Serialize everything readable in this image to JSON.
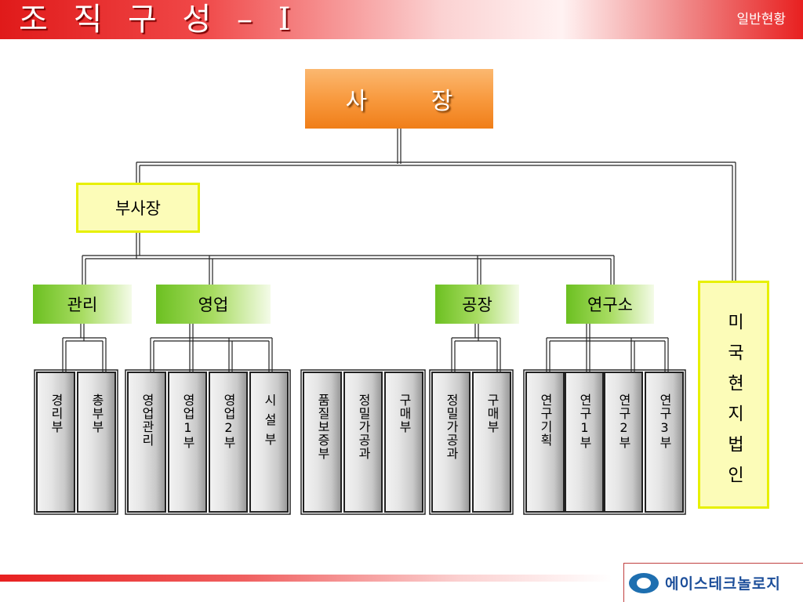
{
  "header": {
    "title": "조 직 구 성 – Ⅰ",
    "section": "일반현황"
  },
  "org": {
    "ceo": "사  장",
    "vice_president": "부사장",
    "us_subsidiary": "미국현지법인",
    "departments": {
      "management": "관리",
      "sales": "영업",
      "factory": "공장",
      "rnd": "연구소"
    },
    "units": {
      "management_planning": "경리부",
      "general_affairs": "총부부",
      "sales_management": "영업관리",
      "sales_1": "영업1부",
      "sales_2": "영업2부",
      "facilities": "시설부",
      "quality_assurance": "품질보증부",
      "precision_machining_a": "정밀가공과",
      "purchasing_a": "구매부",
      "precision_machining_b": "정밀가공과",
      "purchasing_b": "구매부",
      "research_planning": "연구기획",
      "research_1": "연구1부",
      "research_2": "연구2부",
      "research_3": "연구3부"
    }
  },
  "footer": {
    "company": "에이스테크놀로지"
  }
}
